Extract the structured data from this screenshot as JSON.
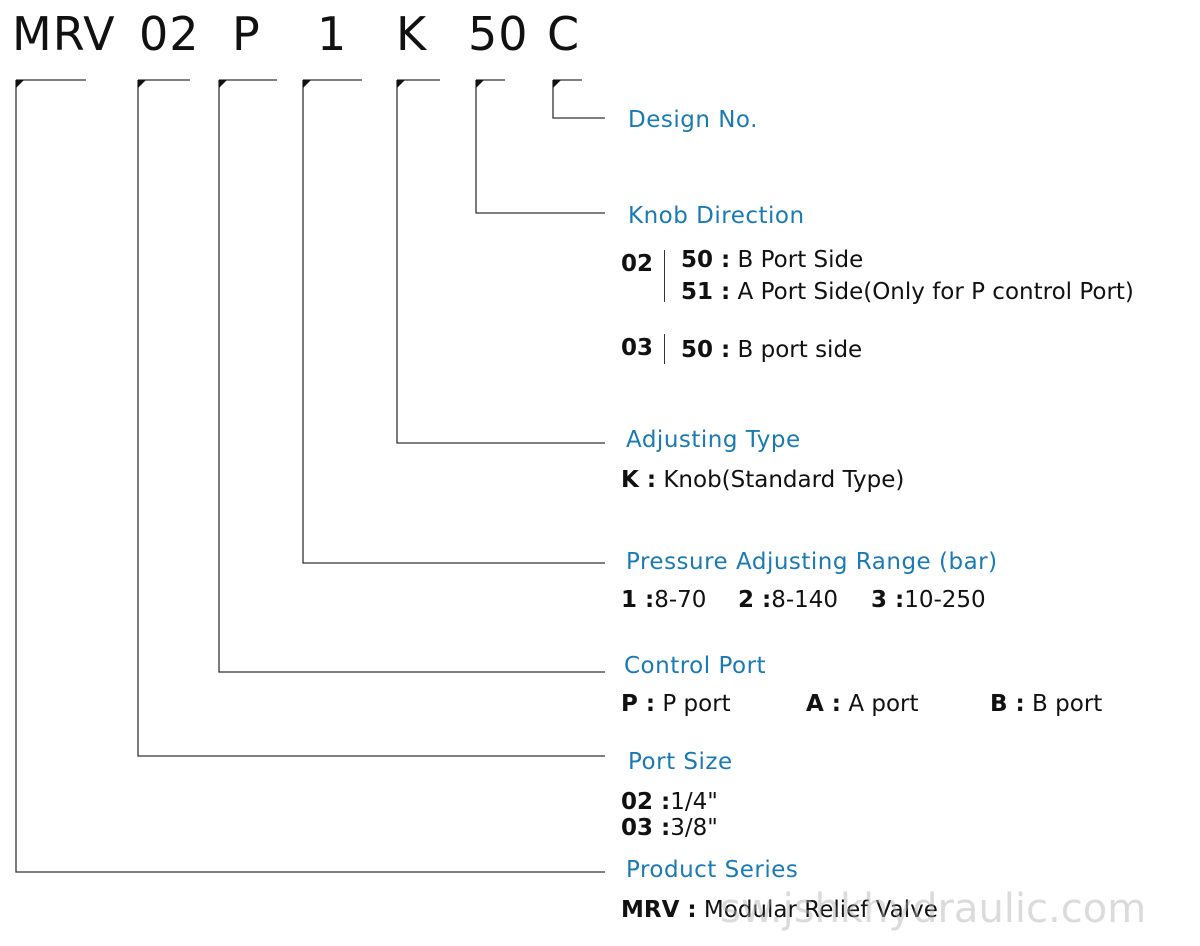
{
  "model_code": {
    "parts": [
      "MRV",
      "02",
      "P",
      "1",
      "K",
      "50",
      "C"
    ]
  },
  "sections": {
    "design": {
      "heading": "Design No."
    },
    "knob_direction": {
      "heading": "Knob Direction",
      "group_02": {
        "size": "02",
        "opt1_code": "50 :",
        "opt1_text": " B Port Side",
        "opt2_code": "51 :",
        "opt2_text": " A Port Side(Only for P control Port)"
      },
      "group_03": {
        "size": "03",
        "opt1_code": "50 :",
        "opt1_text": " B port side"
      }
    },
    "adjusting_type": {
      "heading": "Adjusting Type",
      "code": "K :",
      "text": "  Knob(Standard Type)"
    },
    "pressure_range": {
      "heading": "Pressure Adjusting Range (bar)",
      "items": [
        {
          "code": "1 :",
          "text": "8-70"
        },
        {
          "code": "2 :",
          "text": "8-140"
        },
        {
          "code": "3 :",
          "text": "10-250"
        }
      ]
    },
    "control_port": {
      "heading": "Control Port",
      "items": [
        {
          "code": "P :",
          "text": " P port"
        },
        {
          "code": "A :",
          "text": " A port"
        },
        {
          "code": "B :",
          "text": " B port"
        }
      ]
    },
    "port_size": {
      "heading": "Port Size",
      "items": [
        {
          "code": "02 :",
          "text": "1/4\""
        },
        {
          "code": "03 :",
          "text": "3/8\""
        }
      ]
    },
    "product_series": {
      "heading": "Product Series",
      "code": "MRV :",
      "text": "  Modular Relief Valve"
    }
  },
  "watermark": "sw.jshkhydraulic.com",
  "colors": {
    "heading": "#1a7ab4",
    "text": "#111111",
    "line": "#333333"
  }
}
